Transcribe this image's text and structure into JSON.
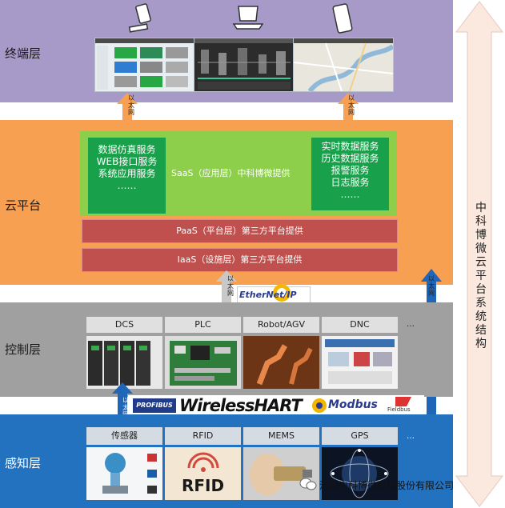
{
  "layers": {
    "terminal": "终端层",
    "cloud": "云平台",
    "control": "控制层",
    "sensing": "感知层"
  },
  "cloud": {
    "saas_left": [
      "数据仿真服务",
      "WEB接口服务",
      "系统应用服务",
      "……"
    ],
    "saas_label": "SaaS（应用层）中科博微提供",
    "saas_right": [
      "实时数据服务",
      "历史数据服务",
      "报警服务",
      "日志服务",
      "……"
    ],
    "paas": "PaaS（平台层）第三方平台提供",
    "iaas": "IaaS（设施层）第三方平台提供"
  },
  "control": {
    "headers": [
      "DCS",
      "PLC",
      "Robot/AGV",
      "DNC"
    ],
    "more": "…"
  },
  "sensing": {
    "headers": [
      "传感器",
      "RFID",
      "MEMS",
      "GPS"
    ],
    "more": "…",
    "rfid_text": "RFID"
  },
  "arrows": {
    "ethernet": "以太网"
  },
  "logos": {
    "ethernet_ip": "EtherNet/IP",
    "profibus": "PROFIBUS",
    "wirelesshart": "WirelessHART",
    "modbus": "Modbus",
    "fieldbus": "Fieldbus"
  },
  "side_arrow": "中科博微云平台系统结构",
  "watermark": "沈阳中科博微科技股份有限公司",
  "colors": {
    "terminal": "#a79ac9",
    "cloud": "#f7a052",
    "control": "#a0a0a0",
    "sensing": "#2372c0",
    "saas_green": "#19a04a",
    "red_bar": "#c0504d"
  }
}
